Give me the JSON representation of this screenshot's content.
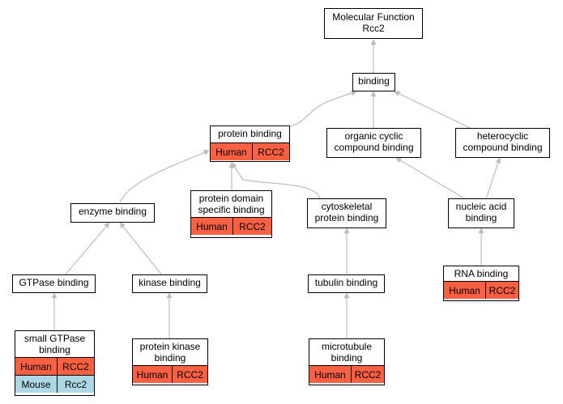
{
  "colors": {
    "human": "#fb6042",
    "mouse": "#acd8e6",
    "edge": "#bdbdbd"
  },
  "nodes": {
    "root": {
      "line1": "Molecular Function",
      "line2": "Rcc2"
    },
    "binding": {
      "label": "binding"
    },
    "protein_binding": {
      "label": "protein binding",
      "species": "Human",
      "gene": "RCC2"
    },
    "organic_cyclic": {
      "line1": "organic cyclic",
      "line2": "compound binding"
    },
    "heterocyclic": {
      "line1": "heterocyclic",
      "line2": "compound binding"
    },
    "enzyme_binding": {
      "label": "enzyme binding"
    },
    "protein_domain": {
      "line1": "protein domain",
      "line2": "specific binding",
      "species": "Human",
      "gene": "RCC2"
    },
    "cytoskeletal": {
      "line1": "cytoskeletal",
      "line2": "protein binding"
    },
    "nucleic_acid": {
      "line1": "nucleic acid",
      "line2": "binding"
    },
    "gtpase": {
      "label": "GTPase binding"
    },
    "kinase": {
      "label": "kinase binding"
    },
    "tubulin": {
      "label": "tubulin binding"
    },
    "rna": {
      "label": "RNA binding",
      "species": "Human",
      "gene": "RCC2"
    },
    "small_gtpase": {
      "line1": "small GTPase",
      "line2": "binding",
      "rows": [
        {
          "species": "Human",
          "gene": "RCC2"
        },
        {
          "species": "Mouse",
          "gene": "Rcc2"
        }
      ]
    },
    "protein_kinase": {
      "line1": "protein kinase",
      "line2": "binding",
      "species": "Human",
      "gene": "RCC2"
    },
    "microtubule": {
      "line1": "microtubule",
      "line2": "binding",
      "species": "Human",
      "gene": "RCC2"
    }
  }
}
